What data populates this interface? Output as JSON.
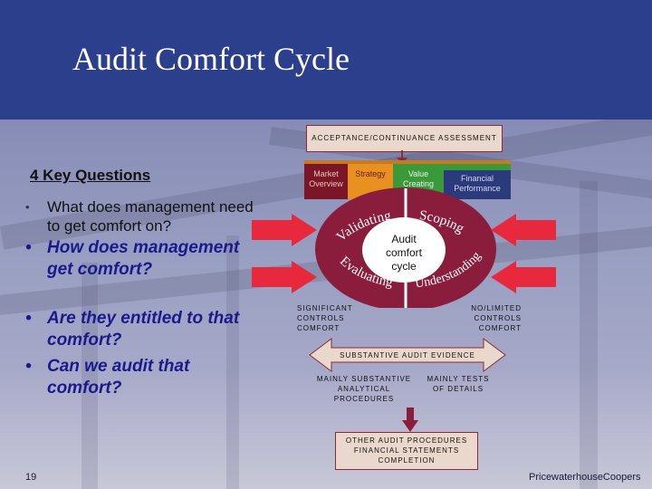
{
  "title": "Audit Comfort Cycle",
  "heading": "4 Key Questions",
  "questions": [
    "What does management need to get comfort on?",
    "How does management get comfort?",
    "Are they entitled to that comfort?",
    "Can we audit that comfort?"
  ],
  "bullet": "•",
  "diagram": {
    "acceptance": "ACCEPTANCE/CONTINUANCE ASSESSMENT",
    "segments": [
      "Market Overview",
      "Strategy",
      "Value Creating",
      "Financial Performance"
    ],
    "cycle_center": [
      "Audit",
      "comfort",
      "cycle"
    ],
    "cycle_words": [
      "Validating",
      "Scoping",
      "Evaluating",
      "Understanding"
    ],
    "significant": [
      "SIGNIFICANT",
      "CONTROLS",
      "COMFORT"
    ],
    "limited": [
      "NO/LIMITED",
      "CONTROLS",
      "COMFORT"
    ],
    "substantive_evidence": "SUBSTANTIVE AUDIT EVIDENCE",
    "mainly_substantive": [
      "MAINLY SUBSTANTIVE",
      "ANALYTICAL",
      "PROCEDURES"
    ],
    "mainly_tests": [
      "MAINLY TESTS",
      "OF DETAILS"
    ],
    "other_procedures": [
      "OTHER AUDIT PROCEDURES",
      "FINANCIAL STATEMENTS",
      "COMPLETION"
    ]
  },
  "colors": {
    "title_bar": "#2c3f8c",
    "cycle_ring": "#8a1c3c",
    "arrow_red": "#e8283c",
    "question_blue": "#1a1a8c"
  },
  "footer": {
    "page_number": "19",
    "brand": "PricewaterhouseCoopers"
  }
}
